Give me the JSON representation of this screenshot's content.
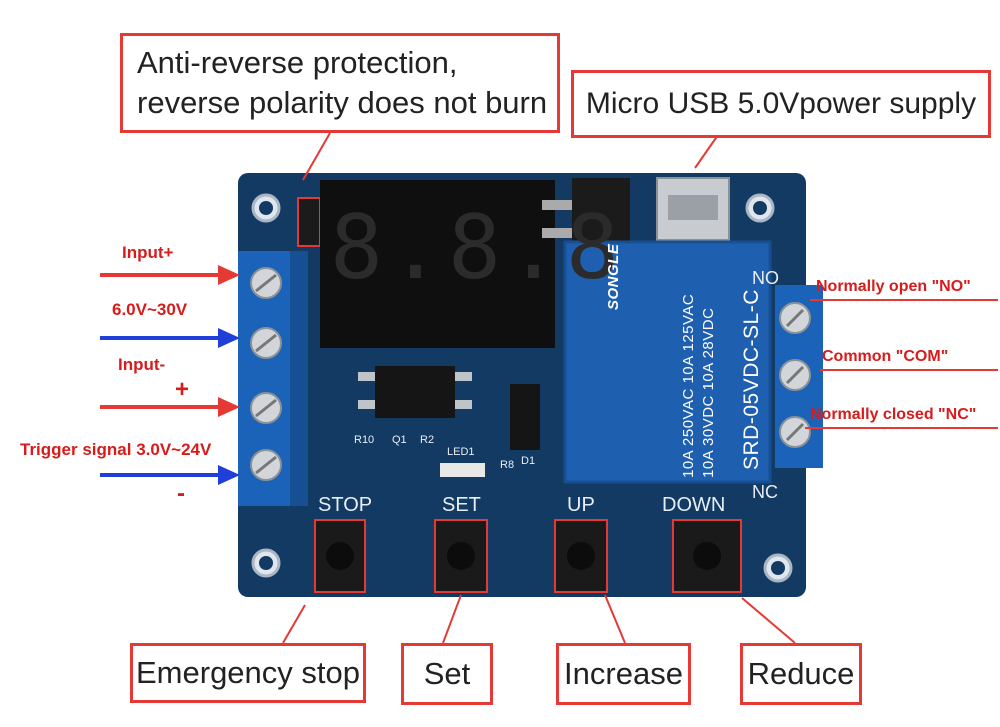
{
  "callouts": {
    "anti_reverse_line1": "Anti-reverse protection,",
    "anti_reverse_line2": "reverse polarity does not burn",
    "micro_usb": "Micro USB 5.0Vpower supply",
    "emergency_stop": "Emergency stop",
    "set": "Set",
    "increase": "Increase",
    "reduce": "Reduce"
  },
  "left_labels": {
    "input_plus": "Input+",
    "voltage_range": "6.0V~30V",
    "input_minus": "Input-",
    "plus": "+",
    "trigger": "Trigger signal  3.0V~24V",
    "minus": "-"
  },
  "right_labels": {
    "no": "Normally open \"NO\"",
    "com": "Common \"COM\"",
    "nc": "Normally closed \"NC\""
  },
  "board": {
    "display": "8.8.8",
    "btn_stop": "STOP",
    "btn_set": "SET",
    "btn_up": "UP",
    "btn_down": "DOWN",
    "relay_brand": "SONGLE",
    "relay_model": "SRD-05VDC-SL-C",
    "relay_rating1": "10A 250VAC  10A 125VAC",
    "relay_rating2": "10A 30VDC  10A 28VDC",
    "silk_r10": "R10",
    "silk_q1": "Q1",
    "silk_r2": "R2",
    "silk_led1": "LED1",
    "silk_r8": "R8",
    "silk_d1": "D1",
    "silk_nc": "NC",
    "silk_no": "NO"
  },
  "colors": {
    "callout_border": "#e53935",
    "arrow_red": "#e53935",
    "arrow_blue": "#1f3fd8",
    "pcb": "#123a63",
    "terminal": "#1a63b8",
    "relay": "#1f5fb0"
  }
}
